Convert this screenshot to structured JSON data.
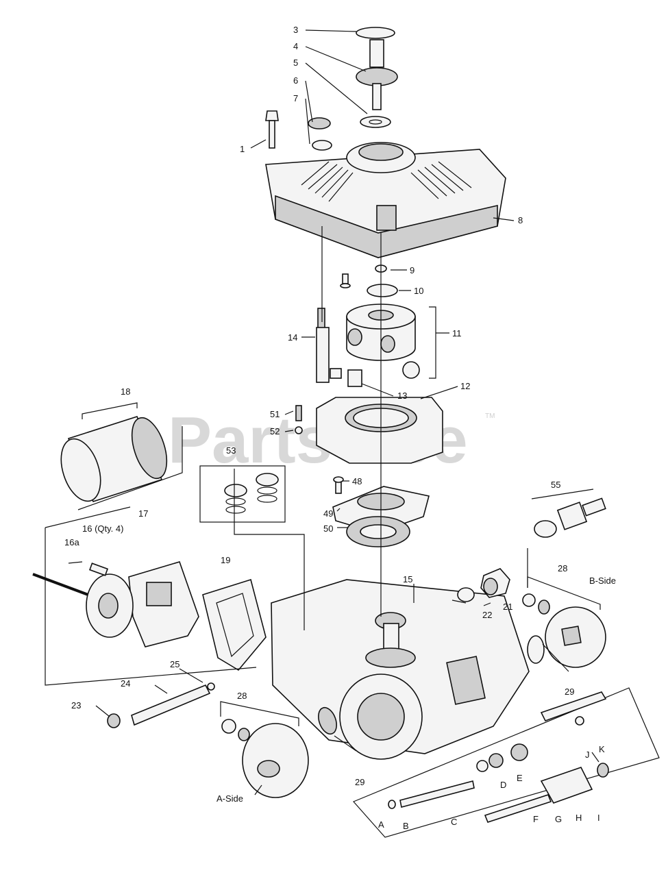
{
  "watermark": {
    "text": "PartsTree",
    "trademark": "TM"
  },
  "callouts": [
    {
      "id": "p3",
      "text": "3"
    },
    {
      "id": "p4",
      "text": "4"
    },
    {
      "id": "p5",
      "text": "5"
    },
    {
      "id": "p6",
      "text": "6"
    },
    {
      "id": "p7",
      "text": "7"
    },
    {
      "id": "p1",
      "text": "1"
    },
    {
      "id": "p8",
      "text": "8"
    },
    {
      "id": "p9",
      "text": "9"
    },
    {
      "id": "p10",
      "text": "10"
    },
    {
      "id": "p11",
      "text": "11"
    },
    {
      "id": "p14",
      "text": "14"
    },
    {
      "id": "p12",
      "text": "12"
    },
    {
      "id": "p13",
      "text": "13"
    },
    {
      "id": "p18",
      "text": "18"
    },
    {
      "id": "p51",
      "text": "51"
    },
    {
      "id": "p52",
      "text": "52"
    },
    {
      "id": "p53",
      "text": "53"
    },
    {
      "id": "p48",
      "text": "48"
    },
    {
      "id": "p49",
      "text": "49"
    },
    {
      "id": "p50",
      "text": "50"
    },
    {
      "id": "p55",
      "text": "55"
    },
    {
      "id": "p17",
      "text": "17"
    },
    {
      "id": "p16",
      "text": "16 (Qty. 4)"
    },
    {
      "id": "p16a",
      "text": "16a"
    },
    {
      "id": "p19",
      "text": "19"
    },
    {
      "id": "p15",
      "text": "15"
    },
    {
      "id": "p22",
      "text": "22"
    },
    {
      "id": "p21",
      "text": "21"
    },
    {
      "id": "p28r",
      "text": "28"
    },
    {
      "id": "pBside",
      "text": "B-Side"
    },
    {
      "id": "p29r",
      "text": "29"
    },
    {
      "id": "p25",
      "text": "25"
    },
    {
      "id": "p24",
      "text": "24"
    },
    {
      "id": "p23",
      "text": "23"
    },
    {
      "id": "p28l",
      "text": "28"
    },
    {
      "id": "p29l",
      "text": "29"
    },
    {
      "id": "pAside",
      "text": "A-Side"
    },
    {
      "id": "pA",
      "text": "A"
    },
    {
      "id": "pB",
      "text": "B"
    },
    {
      "id": "pC",
      "text": "C"
    },
    {
      "id": "pD",
      "text": "D"
    },
    {
      "id": "pE",
      "text": "E"
    },
    {
      "id": "pF",
      "text": "F"
    },
    {
      "id": "pG",
      "text": "G"
    },
    {
      "id": "pH",
      "text": "H"
    },
    {
      "id": "pI",
      "text": "I"
    },
    {
      "id": "pJ",
      "text": "J"
    },
    {
      "id": "pK",
      "text": "K"
    }
  ]
}
